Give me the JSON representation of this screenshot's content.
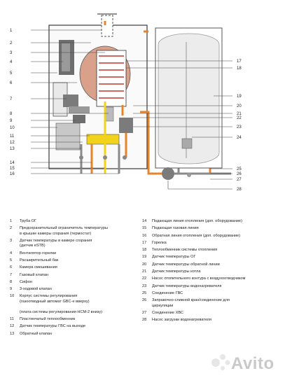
{
  "callouts_left": [
    "1",
    "2",
    "3",
    "4",
    "5",
    "6",
    "7",
    "8",
    "9",
    "10",
    "11",
    "12",
    "13",
    "14",
    "15",
    "16"
  ],
  "callouts_right": [
    "17",
    "18",
    "19",
    "20",
    "21",
    "22",
    "23",
    "24",
    "25",
    "26",
    "27",
    "28"
  ],
  "legend_left": [
    {
      "num": "1",
      "text": "Труба ОГ"
    },
    {
      "num": "2",
      "text": "Предохранительный ограничитель температуры\nв крышке камеры сгорания (термостат)"
    },
    {
      "num": "3",
      "text": "Датчик температуры в камере сгорания\n(датчик eSTB)"
    },
    {
      "num": "4",
      "text": "Вентилятор горелки"
    },
    {
      "num": "5",
      "text": "Расширительный бак"
    },
    {
      "num": "6",
      "text": "Камера смешивания"
    },
    {
      "num": "7",
      "text": "Газовый клапан"
    },
    {
      "num": "8",
      "text": "Сифон"
    },
    {
      "num": "9",
      "text": "3-ходовой клапан"
    },
    {
      "num": "10",
      "text": "Корпус системы регулирования\n(газоотводный автомат GBC-e вверху)\n\n(плата системы регулирования HCM-2 внизу)"
    },
    {
      "num": "11",
      "text": "Пластинчатый теплообменник"
    },
    {
      "num": "12",
      "text": "Датчик температуры ГВС на выходе"
    },
    {
      "num": "13",
      "text": "Обратный клапан"
    }
  ],
  "legend_right": [
    {
      "num": "14",
      "text": "Подающая линия отопления (доп. оборудование)"
    },
    {
      "num": "15",
      "text": "Подающая газовая линия"
    },
    {
      "num": "16",
      "text": "Обратная линия отопления (доп. оборудование)"
    },
    {
      "num": "17",
      "text": "Горелка"
    },
    {
      "num": "18",
      "text": "Теплообменник системы отопления"
    },
    {
      "num": "19",
      "text": "Датчик температуры ОГ"
    },
    {
      "num": "20",
      "text": "Датчик температуры обратной линии"
    },
    {
      "num": "21",
      "text": "Датчик температуры котла"
    },
    {
      "num": "22",
      "text": "Насос отопительного контура с воздухоотводчиком"
    },
    {
      "num": "23",
      "text": "Датчик температуры водонагревателя"
    },
    {
      "num": "25",
      "text": "Соединение ГВС"
    },
    {
      "num": "26",
      "text": "Заправочно-сливной кран/соединение для\nциркуляции"
    },
    {
      "num": "27",
      "text": "Соединение ХВС"
    },
    {
      "num": "28",
      "text": "Насос загрузки водонагревателя"
    }
  ],
  "watermark": "Avito",
  "colors": {
    "hot": "#e8832a",
    "cold": "#8a8a8a",
    "gas": "#f2d31b",
    "frame": "#3a3a3a",
    "tank": "#e6e6e6",
    "burner": "#d9a08a"
  }
}
